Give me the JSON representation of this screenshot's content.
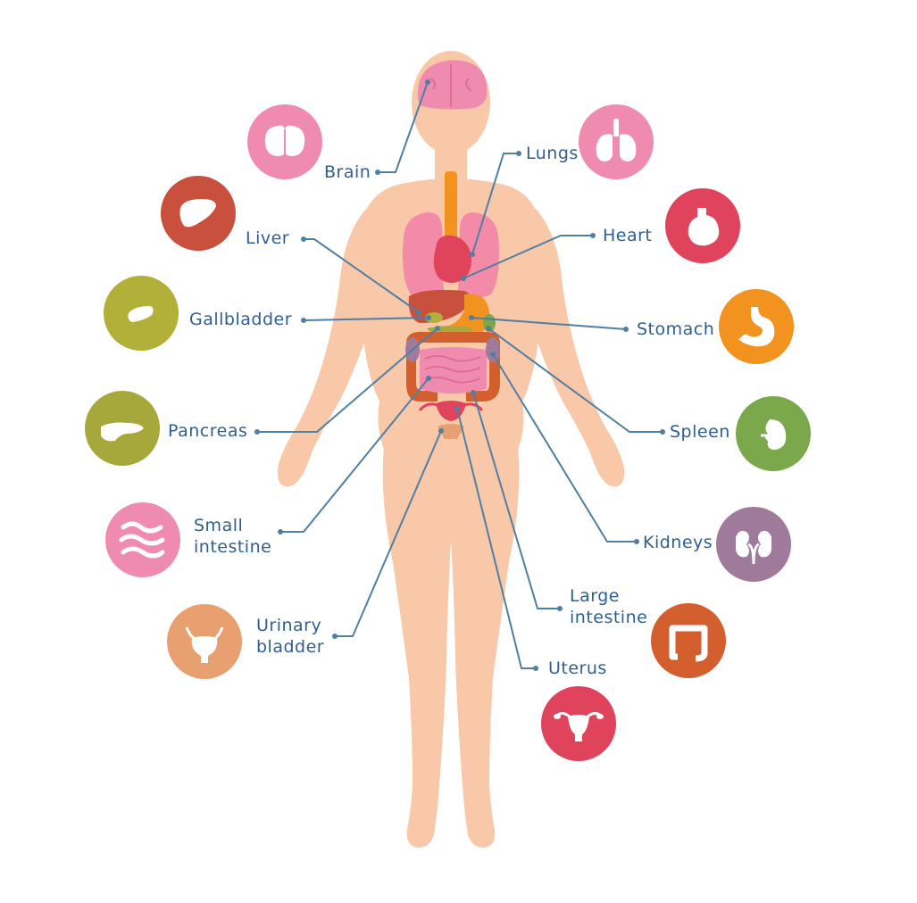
{
  "organs": [
    {
      "id": "brain",
      "lines": [
        "Brain"
      ],
      "color": "#f08bb0"
    },
    {
      "id": "lungs",
      "lines": [
        "Lungs"
      ],
      "color": "#f08bb0"
    },
    {
      "id": "liver",
      "lines": [
        "Liver"
      ],
      "color": "#c9503c"
    },
    {
      "id": "heart",
      "lines": [
        "Heart"
      ],
      "color": "#e0435c"
    },
    {
      "id": "gallbladder",
      "lines": [
        "Gallbladder"
      ],
      "color": "#b3b03a"
    },
    {
      "id": "stomach",
      "lines": [
        "Stomach"
      ],
      "color": "#f3931f"
    },
    {
      "id": "pancreas",
      "lines": [
        "Pancreas"
      ],
      "color": "#a6a83b"
    },
    {
      "id": "spleen",
      "lines": [
        "Spleen"
      ],
      "color": "#7aa84a"
    },
    {
      "id": "small_intestine",
      "lines": [
        "Small",
        "intestine"
      ],
      "color": "#f08bb0"
    },
    {
      "id": "kidneys",
      "lines": [
        "Kidneys"
      ],
      "color": "#a07a9a"
    },
    {
      "id": "urinary_bladder",
      "lines": [
        "Urinary",
        "bladder"
      ],
      "color": "#e9a070"
    },
    {
      "id": "large_intestine",
      "lines": [
        "Large",
        "intestine"
      ],
      "color": "#d45f2e"
    },
    {
      "id": "uterus",
      "lines": [
        "Uterus"
      ],
      "color": "#e0435c"
    }
  ],
  "colors": {
    "skin": "#f9c8a8",
    "label_text": "#2f5f8f",
    "leader_line": "#4f7fa3",
    "icon_glyph": "#ffffff"
  }
}
